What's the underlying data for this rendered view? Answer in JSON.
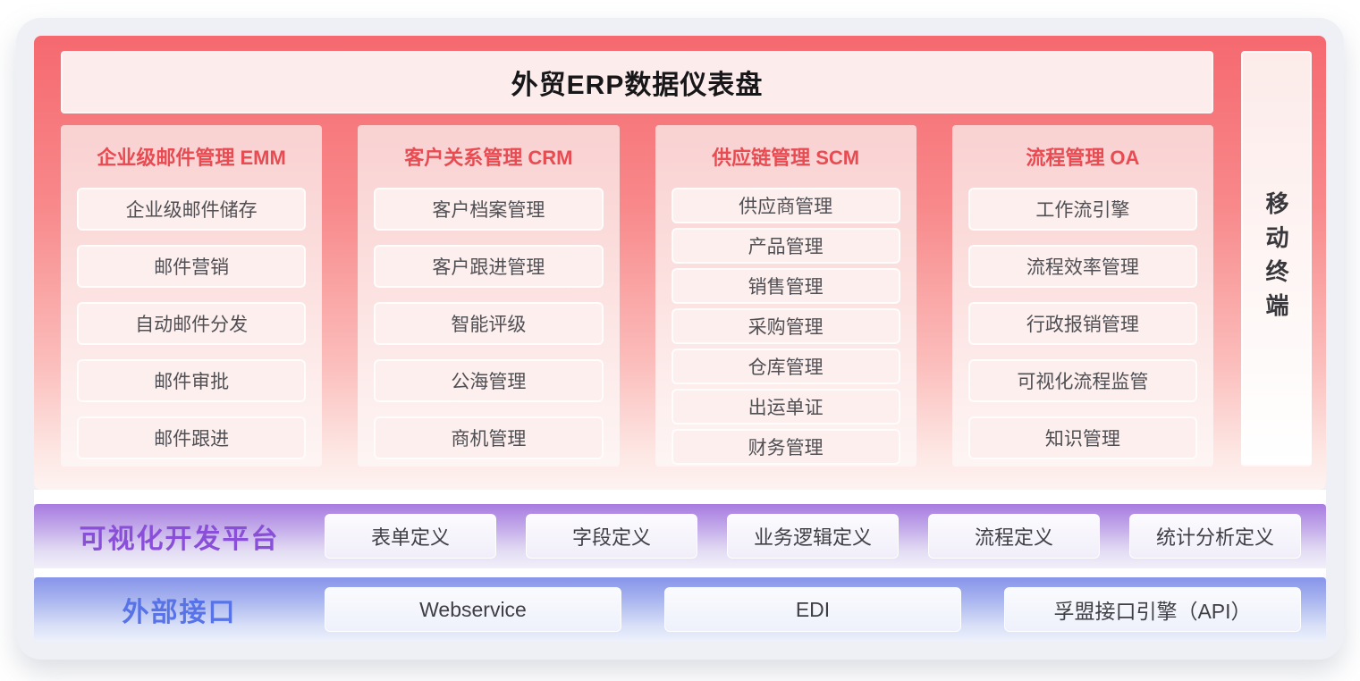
{
  "dashboard": {
    "title": "外贸ERP数据仪表盘",
    "side_panel_label": "移动终端",
    "modules": [
      {
        "name": "企业级邮件管理 EMM",
        "slug": "emm",
        "items": [
          "企业级邮件储存",
          "邮件营销",
          "自动邮件分发",
          "邮件审批",
          "邮件跟进"
        ]
      },
      {
        "name": "客户关系管理 CRM",
        "slug": "crm",
        "items": [
          "客户档案管理",
          "客户跟进管理",
          "智能评级",
          "公海管理",
          "商机管理"
        ]
      },
      {
        "name": "供应链管理 SCM",
        "slug": "scm",
        "items": [
          "供应商管理",
          "产品管理",
          "销售管理",
          "采购管理",
          "仓库管理",
          "出运单证",
          "财务管理"
        ]
      },
      {
        "name": "流程管理 OA",
        "slug": "oa",
        "items": [
          "工作流引擎",
          "流程效率管理",
          "行政报销管理",
          "可视化流程监管",
          "知识管理"
        ]
      }
    ]
  },
  "platform_bar": {
    "label": "可视化开发平台",
    "items": [
      "表单定义",
      "字段定义",
      "业务逻辑定义",
      "流程定义",
      "统计分析定义"
    ]
  },
  "interface_bar": {
    "label": "外部接口",
    "items": [
      "Webservice",
      "EDI",
      "孚盟接口引擎（API）"
    ]
  },
  "colors": {
    "card_background": "#eef0f5",
    "shell_red_top": "#f5696f",
    "shell_red_bottom": "#fdf3f1",
    "module_header_red": "#e84b51",
    "title_bar_pink": "#fdecec",
    "item_box_pink": "#fdefee",
    "platform_purple": "#8a4fd8",
    "interface_blue": "#5873e8"
  }
}
